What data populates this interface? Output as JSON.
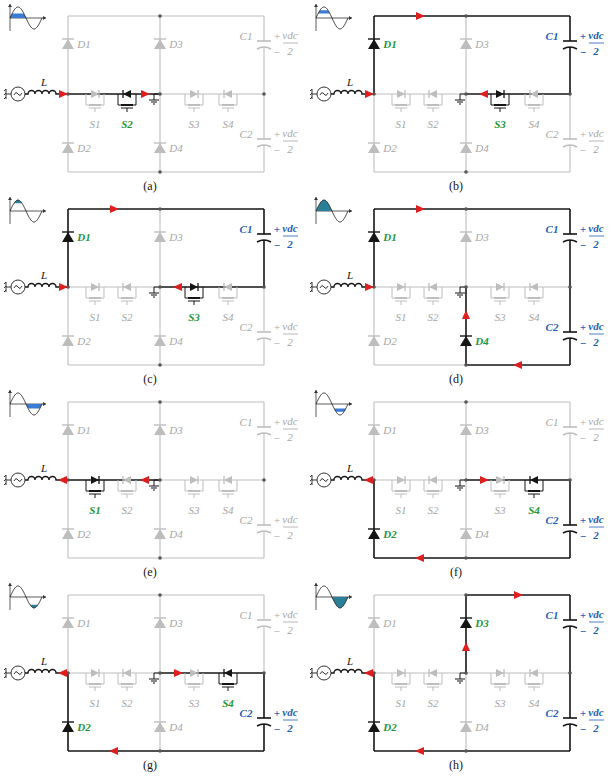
{
  "diagram": {
    "labels": [
      "L",
      "S1",
      "S2",
      "S3",
      "S4",
      "D1",
      "D2",
      "D3",
      "D4",
      "C1",
      "+",
      "vdc",
      "−",
      "2",
      "C2",
      "+",
      "vdc",
      "−",
      "2",
      "(a)",
      "L",
      "S1",
      "S2",
      "S3",
      "S4",
      "D1",
      "D2",
      "D3",
      "D4",
      "C1",
      "+",
      "vdc",
      "−",
      "2",
      "C2",
      "+",
      "vdc",
      "−",
      "2",
      "(b)",
      "L",
      "S1",
      "S2",
      "S3",
      "S4",
      "D1",
      "D2",
      "D3",
      "D4",
      "C1",
      "+",
      "vdc",
      "−",
      "2",
      "C2",
      "+",
      "vdc",
      "−",
      "2",
      "(c)",
      "L",
      "S1",
      "S2",
      "S3",
      "S4",
      "D1",
      "D2",
      "D3",
      "D4",
      "C1",
      "+",
      "vdc",
      "−",
      "2",
      "C2",
      "+",
      "vdc",
      "−",
      "2",
      "(d)",
      "L",
      "S1",
      "S2",
      "S3",
      "S4",
      "D1",
      "D2",
      "D3",
      "D4",
      "C1",
      "+",
      "vdc",
      "−",
      "2",
      "C2",
      "+",
      "vdc",
      "−",
      "2",
      "(e)",
      "L",
      "S1",
      "S2",
      "S3",
      "S4",
      "D1",
      "D2",
      "D3",
      "D4",
      "C1",
      "+",
      "vdc",
      "−",
      "2",
      "C2",
      "+",
      "vdc",
      "−",
      "2",
      "(f)",
      "L",
      "S1",
      "S2",
      "S3",
      "S4",
      "D1",
      "D2",
      "D3",
      "D4",
      "C1",
      "+",
      "vdc",
      "−",
      "2",
      "C2",
      "+",
      "vdc",
      "−",
      "2",
      "(g)",
      "L",
      "S1",
      "S2",
      "S3",
      "S4",
      "D1",
      "D2",
      "D3",
      "D4",
      "C1",
      "+",
      "vdc",
      "−",
      "2",
      "C2",
      "+",
      "vdc",
      "−",
      "2",
      "(h)"
    ]
  }
}
